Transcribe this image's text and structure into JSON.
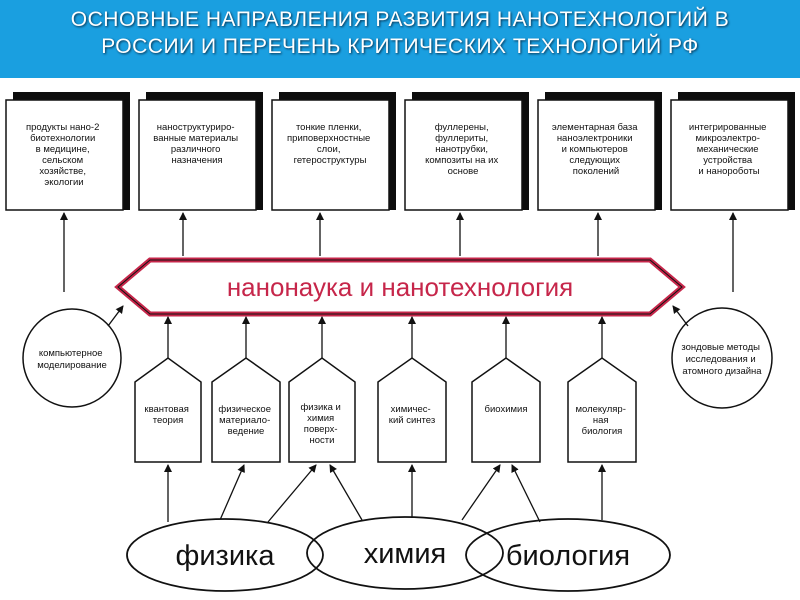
{
  "title": "ОСНОВНЫЕ НАПРАВЛЕНИЯ РАЗВИТИЯ НАНОТЕХНОЛОГИЙ В\nРОССИИ И ПЕРЕЧЕНЬ КРИТИЧЕСКИХ ТЕХНОЛОГИЙ РФ",
  "central_banner": "нанонаука и нанотехнология",
  "top_boxes": [
    {
      "lines": [
        "продукты нано-2",
        "биотехнологии",
        "в медицине,",
        "сельском",
        "хозяйстве,",
        "экологии"
      ]
    },
    {
      "lines": [
        "наноструктуриро-",
        "ванные материалы",
        "различного",
        "назначения"
      ]
    },
    {
      "lines": [
        "тонкие пленки,",
        "приповерхностные",
        "слои,",
        "гетероструктуры"
      ]
    },
    {
      "lines": [
        "фуллерены,",
        "фуллериты,",
        "нанотрубки,",
        "композиты на их",
        "основе"
      ]
    },
    {
      "lines": [
        "элементарная база",
        "наноэлектроники",
        "и компьютеров",
        "следующих",
        "поколений"
      ]
    },
    {
      "lines": [
        "интегрированные",
        "микроэлектро-",
        "механические",
        "устройства",
        "и нанороботы"
      ]
    }
  ],
  "side_circles": [
    {
      "lines": [
        "компьютерное",
        "моделирование"
      ]
    },
    {
      "lines": [
        "зондовые методы",
        "исследования и",
        "атомного дизайна"
      ]
    }
  ],
  "pillars": [
    {
      "lines": [
        "квантовая",
        "теория"
      ]
    },
    {
      "lines": [
        "физическое",
        "материало-",
        "ведение"
      ]
    },
    {
      "lines": [
        "физика и",
        "химия",
        "поверх-",
        "ности"
      ]
    },
    {
      "lines": [
        "химичес-",
        "кий синтез"
      ]
    },
    {
      "lines": [
        "биохимия"
      ]
    },
    {
      "lines": [
        "молекуляр-",
        "ная",
        "биология"
      ]
    }
  ],
  "foundations": [
    "физика",
    "химия",
    "биология"
  ],
  "colors": {
    "title_bar": "#1a9fe0",
    "banner_accent": "#c6264a",
    "line": "#111111",
    "shadow": "#0d0d0d"
  }
}
